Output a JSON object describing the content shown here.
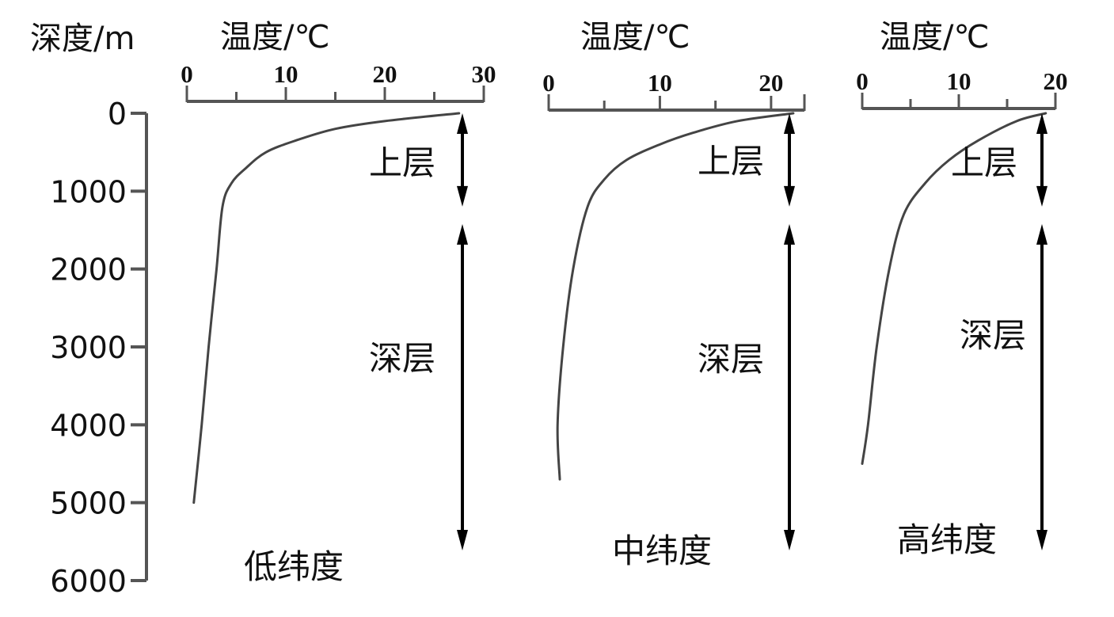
{
  "chart_data": {
    "type": "line",
    "depth_axis": {
      "label": "深度/m",
      "ylim": [
        0,
        6000
      ],
      "ticks": [
        0,
        1000,
        2000,
        3000,
        4000,
        5000,
        6000
      ],
      "tick_labels": [
        "0",
        "1000",
        "2000",
        "3000",
        "4000",
        "5000",
        "6000"
      ]
    },
    "layer_labels": {
      "upper": "上层",
      "deep": "深层"
    },
    "layer_boundary_depth": 1300,
    "panels": [
      {
        "name": "低纬度",
        "xlabel": "温度/℃",
        "xlim": [
          0,
          30
        ],
        "x_ticks": [
          0,
          10,
          20,
          30
        ],
        "x_tick_labels": [
          "0",
          "10",
          "20",
          "30"
        ],
        "minor_ticks": [
          5,
          15,
          25
        ],
        "curve": [
          {
            "temp": 27.5,
            "depth": 0
          },
          {
            "temp": 20,
            "depth": 100
          },
          {
            "temp": 15,
            "depth": 200
          },
          {
            "temp": 11,
            "depth": 350
          },
          {
            "temp": 8,
            "depth": 500
          },
          {
            "temp": 6,
            "depth": 700
          },
          {
            "temp": 4.5,
            "depth": 900
          },
          {
            "temp": 3.6,
            "depth": 1200
          },
          {
            "temp": 3,
            "depth": 2000
          },
          {
            "temp": 2.2,
            "depth": 3000
          },
          {
            "temp": 1.5,
            "depth": 4000
          },
          {
            "temp": 0.7,
            "depth": 5000
          }
        ]
      },
      {
        "name": "中纬度",
        "xlabel": "温度/℃",
        "xlim": [
          0,
          23
        ],
        "x_ticks": [
          0,
          10,
          20
        ],
        "x_tick_labels": [
          "0",
          "10",
          "20"
        ],
        "minor_ticks": [
          5,
          15
        ],
        "curve": [
          {
            "temp": 22,
            "depth": 0
          },
          {
            "temp": 17,
            "depth": 100
          },
          {
            "temp": 13,
            "depth": 250
          },
          {
            "temp": 10,
            "depth": 400
          },
          {
            "temp": 7,
            "depth": 600
          },
          {
            "temp": 5,
            "depth": 850
          },
          {
            "temp": 3.5,
            "depth": 1200
          },
          {
            "temp": 2.2,
            "depth": 2000
          },
          {
            "temp": 1.3,
            "depth": 3000
          },
          {
            "temp": 0.8,
            "depth": 4000
          },
          {
            "temp": 1,
            "depth": 4700
          }
        ]
      },
      {
        "name": "高纬度",
        "xlabel": "温度/℃",
        "xlim": [
          0,
          20
        ],
        "x_ticks": [
          0,
          10,
          20
        ],
        "x_tick_labels": [
          "0",
          "10",
          "20"
        ],
        "minor_ticks": [
          5,
          15
        ],
        "curve": [
          {
            "temp": 19,
            "depth": 0
          },
          {
            "temp": 16,
            "depth": 100
          },
          {
            "temp": 12,
            "depth": 350
          },
          {
            "temp": 9,
            "depth": 600
          },
          {
            "temp": 6.5,
            "depth": 900
          },
          {
            "temp": 4.3,
            "depth": 1300
          },
          {
            "temp": 2.8,
            "depth": 2000
          },
          {
            "temp": 1.5,
            "depth": 3000
          },
          {
            "temp": 0.6,
            "depth": 4000
          },
          {
            "temp": 0,
            "depth": 4500
          }
        ]
      }
    ]
  }
}
